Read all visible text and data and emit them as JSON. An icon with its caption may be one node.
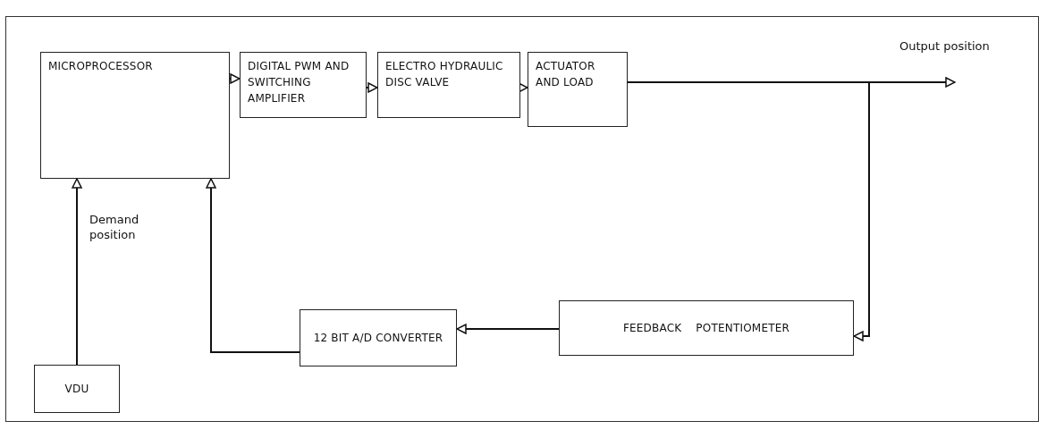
{
  "diagram": {
    "nodes": [
      {
        "text": [
          "MICROPROCESSOR"
        ]
      },
      {
        "text": [
          "DIGITAL PWM AND SWITCHING AMPLIFIER"
        ]
      },
      {
        "text": [
          "ELECTRO HYDRAULIC DISC VALVE"
        ]
      },
      {
        "text": [
          "ACTUATOR AND LOAD"
        ]
      },
      {
        "text": [
          "FEEDBACK POTENTIOMETER"
        ]
      },
      {
        "text": [
          "12 BIT A/D CONVERTER"
        ]
      },
      {
        "text": [
          "VDU"
        ]
      }
    ],
    "edges": [
      {
        "from": 0,
        "to": 1,
        "arrow": "to"
      },
      {
        "from": 1,
        "to": 2,
        "arrow": "to"
      },
      {
        "from": 2,
        "to": 3,
        "arrow": "to"
      },
      {
        "from": 3,
        "to": null,
        "arrow": "to",
        "label": "Output position"
      },
      {
        "from": 3,
        "to": 4,
        "arrow": "to"
      },
      {
        "from": 4,
        "to": 5,
        "arrow": "to"
      },
      {
        "from": 5,
        "to": 0,
        "arrow": "to"
      },
      {
        "from": 6,
        "to": 0,
        "arrow": "to",
        "label": "Demand position"
      }
    ]
  }
}
